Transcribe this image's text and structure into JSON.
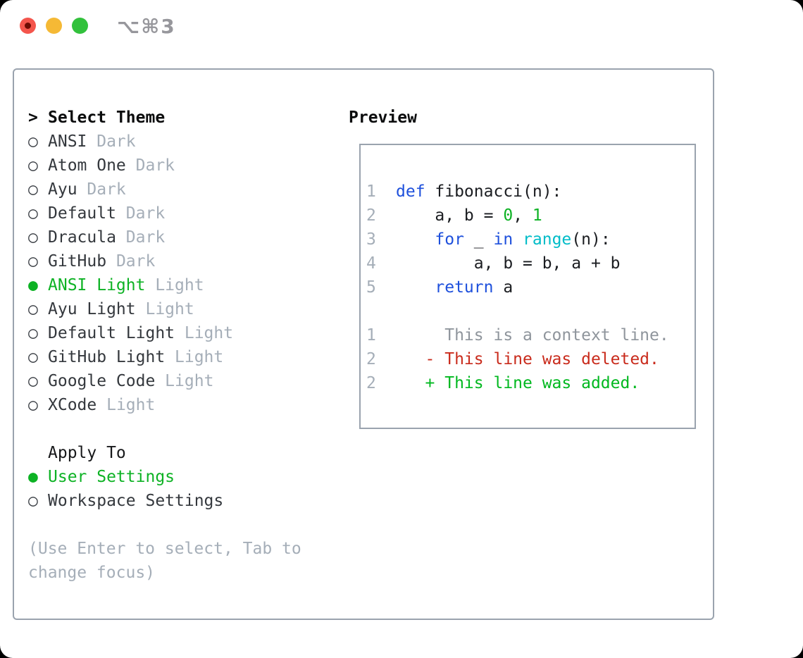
{
  "colors": {
    "accent_green": "#0db224",
    "keyword_blue": "#1e50dc",
    "function_cyan": "#00bcc8",
    "number_green": "#0db224",
    "deleted_red": "#c92b1c",
    "added_green": "#00b81f",
    "muted_gray": "#a5aeb8",
    "text_dark": "#34383d",
    "border_gray": "#9aa3ae",
    "shortcut_gray": "#97979c",
    "tl_red": "#f4554c",
    "tl_red_dot": "#6e0b03",
    "tl_yellow": "#f5b935",
    "tl_green": "#32c13c"
  },
  "titlebar": {
    "shortcut_label": "⌥⌘3"
  },
  "theme_selector": {
    "cursor": ">",
    "title": "Select Theme",
    "items": [
      {
        "name": "ANSI",
        "variant": "Dark",
        "selected": false
      },
      {
        "name": "Atom One",
        "variant": "Dark",
        "selected": false
      },
      {
        "name": "Ayu",
        "variant": "Dark",
        "selected": false
      },
      {
        "name": "Default",
        "variant": "Dark",
        "selected": false
      },
      {
        "name": "Dracula",
        "variant": "Dark",
        "selected": false
      },
      {
        "name": "GitHub",
        "variant": "Dark",
        "selected": false
      },
      {
        "name": "ANSI Light",
        "variant": "Light",
        "selected": true
      },
      {
        "name": "Ayu Light",
        "variant": "Light",
        "selected": false
      },
      {
        "name": "Default Light",
        "variant": "Light",
        "selected": false
      },
      {
        "name": "GitHub Light",
        "variant": "Light",
        "selected": false
      },
      {
        "name": "Google Code",
        "variant": "Light",
        "selected": false
      },
      {
        "name": "XCode",
        "variant": "Light",
        "selected": false
      }
    ]
  },
  "apply_to": {
    "title": "Apply To",
    "options": [
      {
        "label": "User Settings",
        "selected": true
      },
      {
        "label": "Workspace Settings",
        "selected": false
      }
    ]
  },
  "footer": {
    "hint_line1": "(Use Enter to select, Tab to",
    "hint_line2": "change focus)"
  },
  "preview": {
    "title": "Preview",
    "lines": [
      {
        "num": "1",
        "tokens": [
          {
            "t": "def",
            "c": "kw"
          },
          {
            "t": " fibonacci(n):",
            "c": "fg"
          }
        ]
      },
      {
        "num": "2",
        "tokens": [
          {
            "t": "    a, b = ",
            "c": "fg"
          },
          {
            "t": "0",
            "c": "num"
          },
          {
            "t": ", ",
            "c": "fg"
          },
          {
            "t": "1",
            "c": "num"
          }
        ]
      },
      {
        "num": "3",
        "tokens": [
          {
            "t": "    ",
            "c": "fg"
          },
          {
            "t": "for",
            "c": "kw"
          },
          {
            "t": " _ ",
            "c": "fg"
          },
          {
            "t": "in",
            "c": "kw"
          },
          {
            "t": " ",
            "c": "fg"
          },
          {
            "t": "range",
            "c": "fn"
          },
          {
            "t": "(n):",
            "c": "fg"
          }
        ]
      },
      {
        "num": "4",
        "tokens": [
          {
            "t": "        a, b = b, a + b",
            "c": "fg"
          }
        ]
      },
      {
        "num": "5",
        "tokens": [
          {
            "t": "    ",
            "c": "fg"
          },
          {
            "t": "return",
            "c": "kw"
          },
          {
            "t": " a",
            "c": "fg"
          }
        ]
      },
      {
        "num": "",
        "tokens": []
      },
      {
        "num": "1",
        "tokens": [
          {
            "t": "     This is a context line.",
            "c": "ctx"
          }
        ]
      },
      {
        "num": "2",
        "tokens": [
          {
            "t": "   - This line was deleted.",
            "c": "del"
          }
        ]
      },
      {
        "num": "2",
        "tokens": [
          {
            "t": "   + This line was added.",
            "c": "add"
          }
        ]
      }
    ]
  }
}
